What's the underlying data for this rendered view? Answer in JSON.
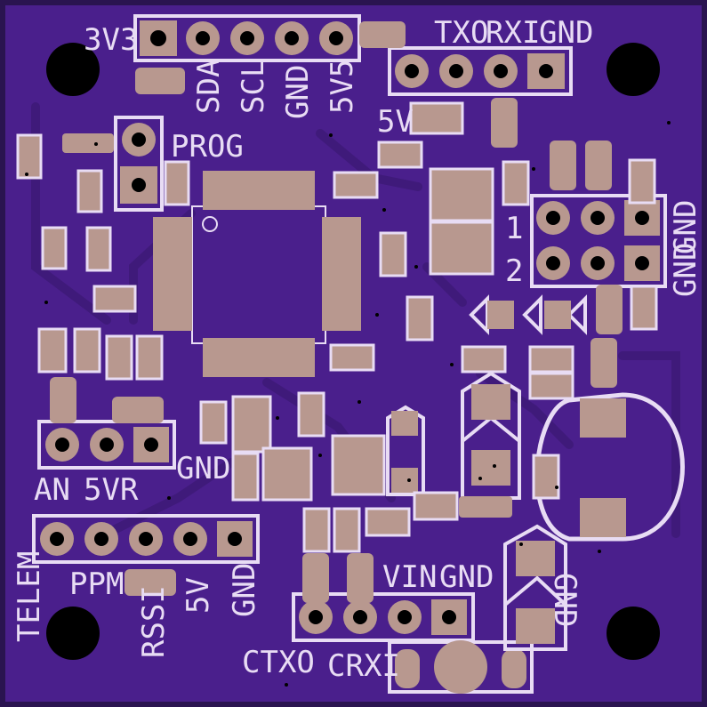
{
  "colors": {
    "board": "#4a1f8c",
    "copper": "#5b2ea8",
    "trace": "#3f1a7a",
    "silk": "#e8dcf4",
    "pad": "#b8988f",
    "hole": "#000000",
    "edge": "#2a1450"
  },
  "labels": {
    "v3v3": "3V3",
    "sda": "SDA",
    "scl": "SCL",
    "gnd_i2c": "GND",
    "v5v5": "5V5",
    "txo": "TXO",
    "rxi": "RXI",
    "gnd_uart": "GND",
    "v5v": "5V",
    "prog": "PROG",
    "one": "1",
    "two": "2",
    "gnd_top": "GND",
    "gnd_bottom": "GND",
    "an": "AN",
    "v5vr": "5VR",
    "gnd_mid": "GND",
    "telem": "TELEM",
    "ppm": "PPM",
    "rssi": "RSSI",
    "v5_bottom": "5V",
    "gnd_ppm": "GND",
    "vin": "VIN",
    "gnd_vin": "GND",
    "ctxo": "CTXO",
    "crxi": "CRXI",
    "gnd_cap": "GND"
  }
}
